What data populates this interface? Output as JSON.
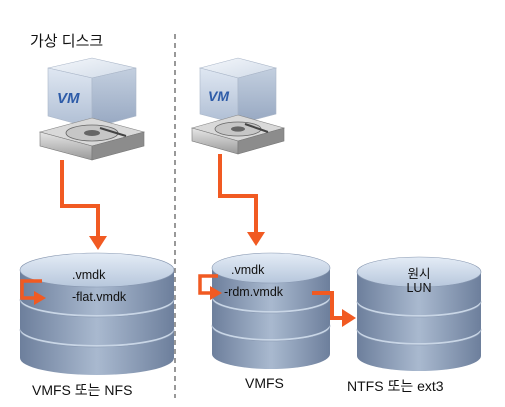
{
  "labels": {
    "virtual_disk": "가상 디스크",
    "left_store": "VMFS 또는 NFS",
    "mid_store": "VMFS",
    "right_store": "NTFS 또는 ext3"
  },
  "files": {
    "left_vmdk": ".vmdk",
    "left_flat": "-flat.vmdk",
    "mid_vmdk": ".vmdk",
    "mid_rdm": "-rdm.vmdk"
  },
  "raw_lun": {
    "line1": "원시",
    "line2": "LUN"
  },
  "vm_badge": "VM",
  "colors": {
    "arrow": "#f15a22",
    "disk_top": "#c8d7e8",
    "disk_body": "#8a9bb5",
    "dashed_line": "#555555"
  }
}
